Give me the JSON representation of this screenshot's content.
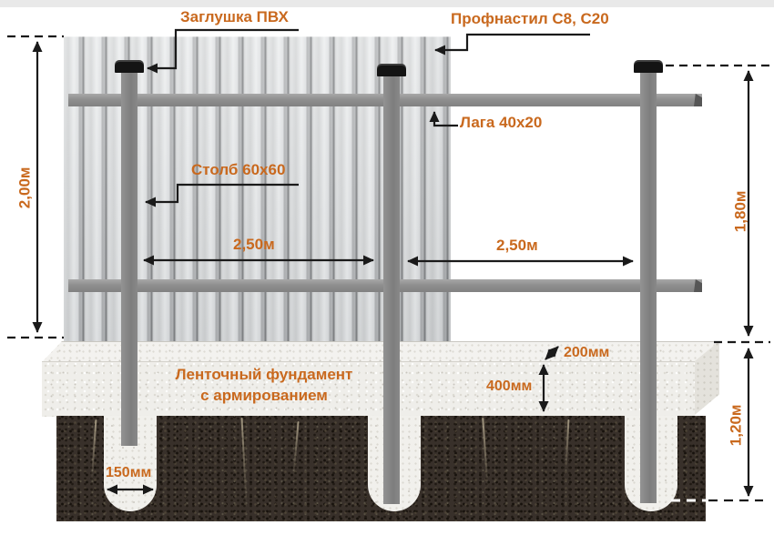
{
  "diagram": {
    "subject": "fence-on-strip-foundation-cross-section",
    "labels": {
      "post_cap": "Заглушка ПВХ",
      "profiled_sheet": "Профнастил С8, С20",
      "rail": "Лага 40x20",
      "post": "Столб 60x60",
      "foundation_line1": "Ленточный фундамент",
      "foundation_line2": "с армированием"
    },
    "dimensions": {
      "sheet_height": "2,00м",
      "post_height": "1,80м",
      "pile_depth": "1,20м",
      "span_1": "2,50м",
      "span_2": "2,50м",
      "foundation_top_width": "200мм",
      "foundation_height": "400мм",
      "pile_diameter": "150мм"
    },
    "colors": {
      "label_accent": "#c9691e",
      "post_gray": "#868686",
      "rail_gray": "#979797",
      "cap_black": "#141414",
      "concrete": "#efeeea",
      "soil_brown": "#38302a",
      "sheet_light": "#dfe1e2",
      "line_black": "#1a1a1a"
    }
  }
}
